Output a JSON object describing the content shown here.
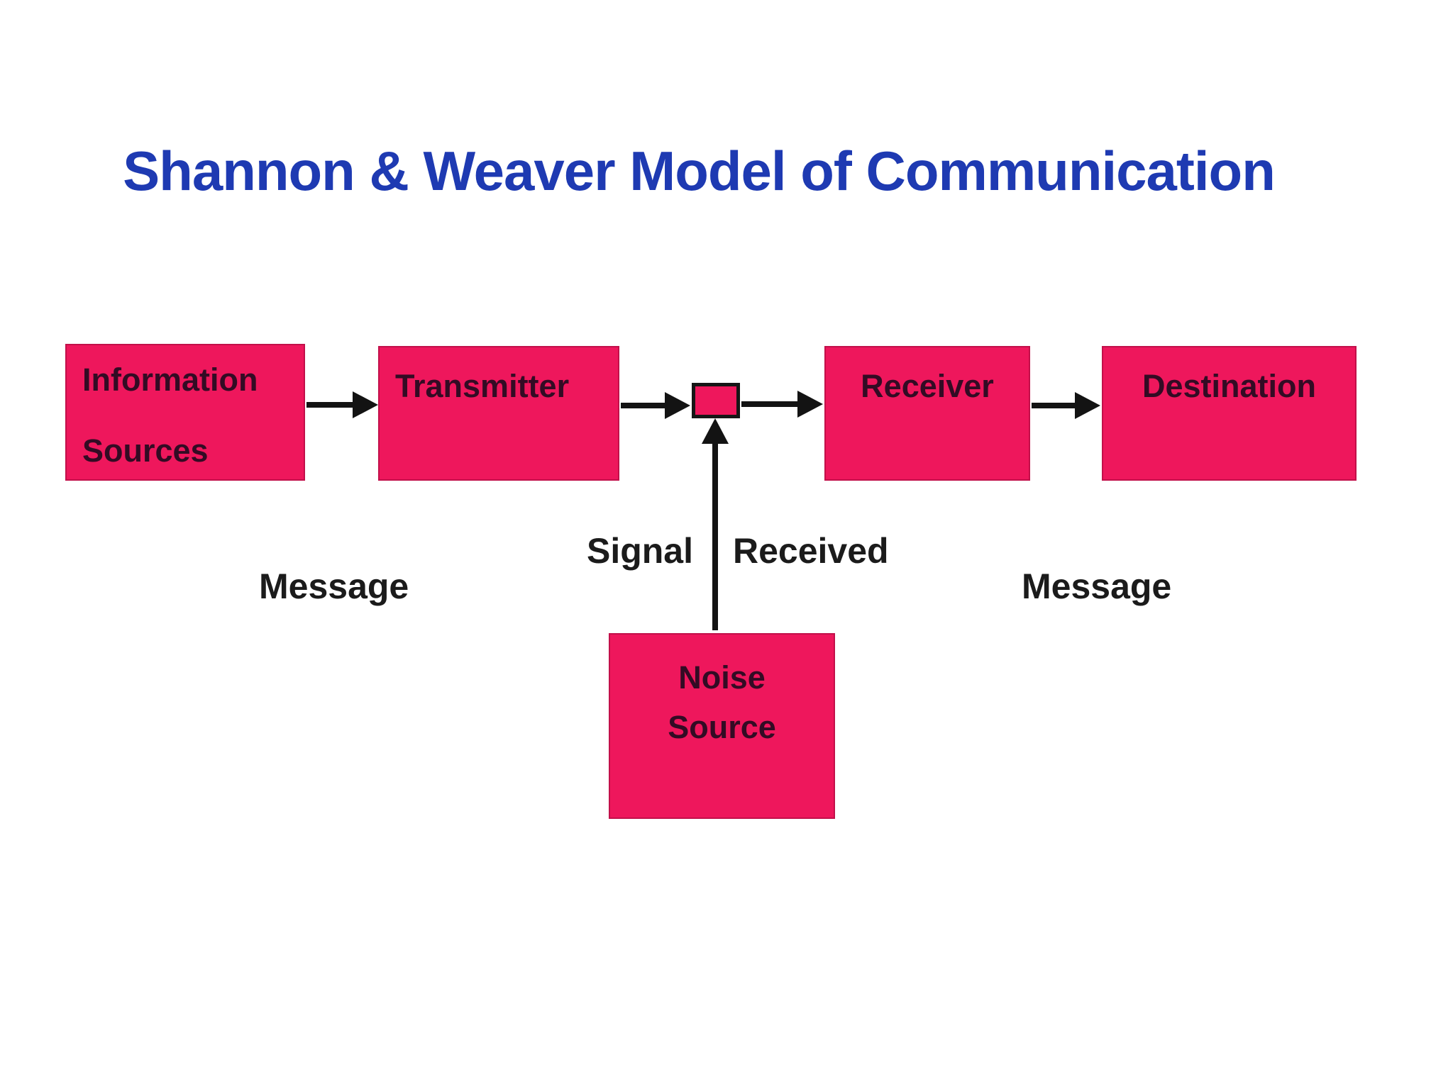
{
  "title": "Shannon & Weaver Model of Communication",
  "colors": {
    "background": "#ffffff",
    "title_color": "#1e3ab2",
    "box_fill": "#ee175c",
    "box_border": "#c2104a",
    "box_text": "#330b24",
    "junction_border": "#161616",
    "arrow_color": "#131313",
    "label_color": "#1b1b1b"
  },
  "diagram": {
    "nodes": [
      {
        "id": "information-sources",
        "label_lines": [
          "Information",
          "Sources"
        ]
      },
      {
        "id": "transmitter",
        "label_lines": [
          "Transmitter"
        ]
      },
      {
        "id": "signal-junction",
        "label_lines": []
      },
      {
        "id": "receiver",
        "label_lines": [
          "Receiver"
        ]
      },
      {
        "id": "destination",
        "label_lines": [
          "Destination"
        ]
      },
      {
        "id": "noise-source",
        "label_lines": [
          "Noise",
          "Source"
        ]
      }
    ],
    "edges": [
      {
        "from": "information-sources",
        "to": "transmitter"
      },
      {
        "from": "transmitter",
        "to": "signal-junction"
      },
      {
        "from": "signal-junction",
        "to": "receiver"
      },
      {
        "from": "receiver",
        "to": "destination"
      },
      {
        "from": "noise-source",
        "to": "signal-junction"
      }
    ],
    "labels": {
      "signal": "Signal",
      "received": "Received",
      "message_left": "Message",
      "message_right": "Message"
    }
  }
}
